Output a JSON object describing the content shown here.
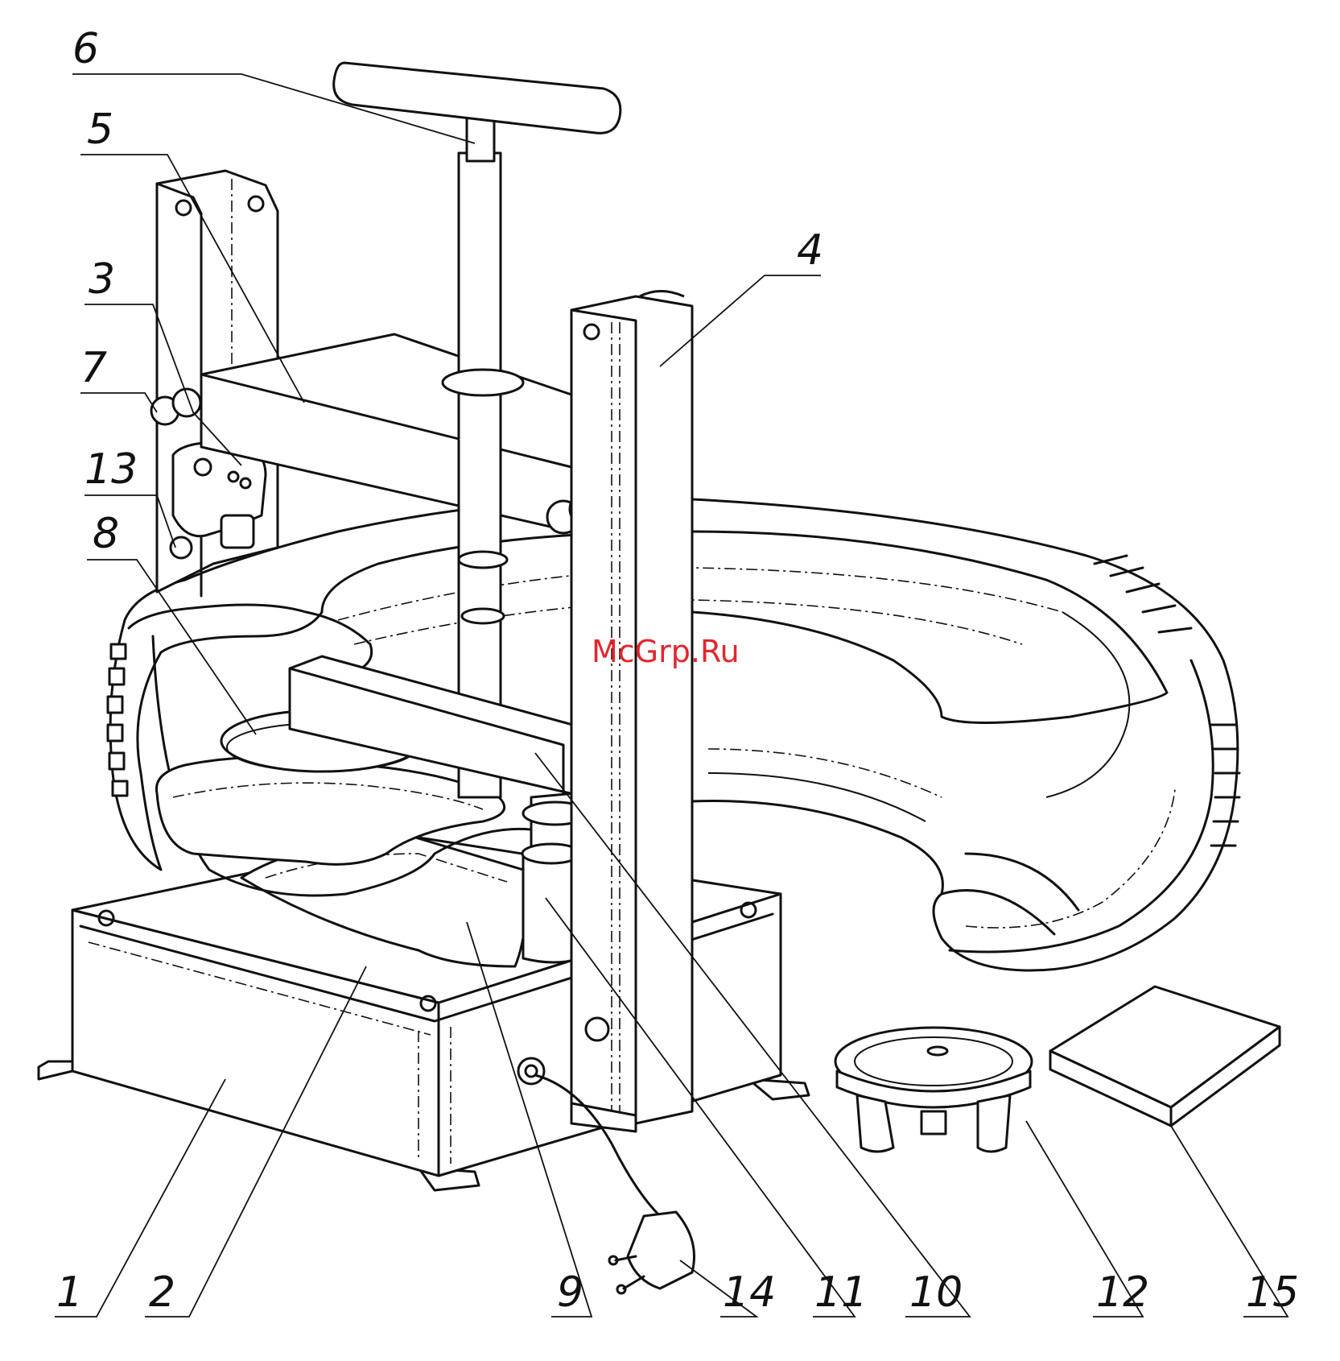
{
  "watermark": "McGrp.Ru",
  "colors": {
    "line": "#111111",
    "watermark": "#e0272e",
    "background": "#ffffff"
  },
  "callouts": [
    "1",
    "2",
    "3",
    "4",
    "5",
    "6",
    "7",
    "8",
    "9",
    "10",
    "11",
    "12",
    "13",
    "14",
    "15"
  ]
}
